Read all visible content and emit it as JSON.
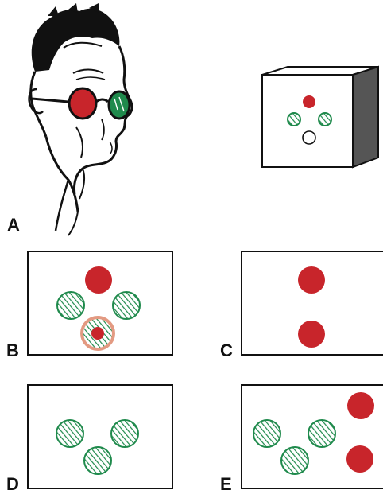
{
  "colors": {
    "red": "#c8252b",
    "green": "#1f8a4c",
    "ink": "#111111",
    "box_side": "#555555",
    "halo": "#e39a82",
    "background": "#ffffff"
  },
  "figure": {
    "panel_labels": {
      "a": "A",
      "b": "B",
      "c": "C",
      "d": "D",
      "e": "E"
    },
    "illustrations": {
      "viewer": "man-with-red-green-glasses",
      "device": "worth-four-dot-box"
    },
    "panels": {
      "b": {
        "dots": [
          "red",
          "green",
          "green",
          "red-green-overlap"
        ]
      },
      "c": {
        "dots": [
          "red",
          "red"
        ]
      },
      "d": {
        "dots": [
          "green",
          "green",
          "green"
        ]
      },
      "e": {
        "dots": [
          "green",
          "green",
          "green",
          "red",
          "red"
        ]
      }
    }
  }
}
